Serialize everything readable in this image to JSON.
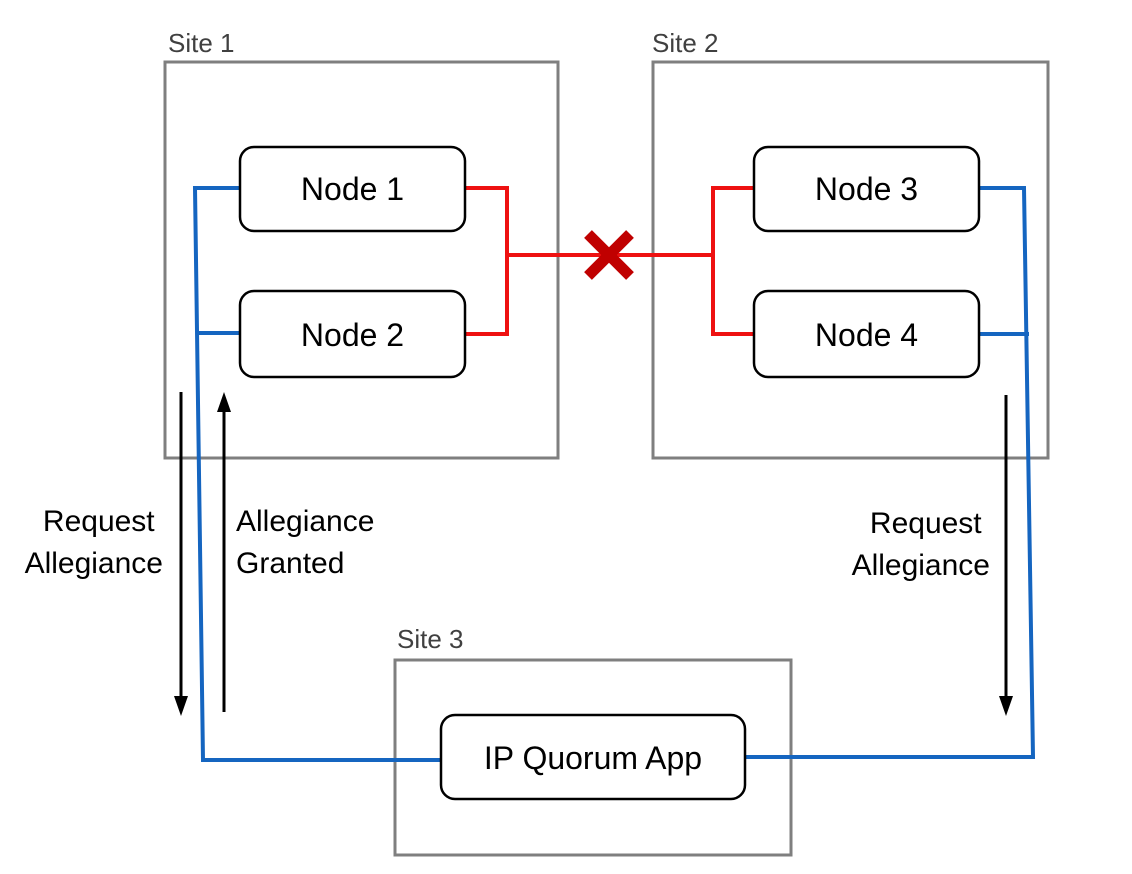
{
  "sites": {
    "site1": {
      "label": "Site 1"
    },
    "site2": {
      "label": "Site 2"
    },
    "site3": {
      "label": "Site 3"
    }
  },
  "nodes": {
    "node1": "Node 1",
    "node2": "Node 2",
    "node3": "Node 3",
    "node4": "Node 4",
    "quorum_app": "IP Quorum App"
  },
  "arrows": {
    "left_request": [
      "Request",
      "Allegiance"
    ],
    "left_granted": [
      "Allegiance",
      "Granted"
    ],
    "right_request": [
      "Request",
      "Allegiance"
    ]
  },
  "colors": {
    "quorum_link": "#1565c0",
    "inter_site_link": "#ee1111",
    "link_failure_mark": "#c00000"
  },
  "icons": {
    "link_failure": "x-cross-icon"
  }
}
